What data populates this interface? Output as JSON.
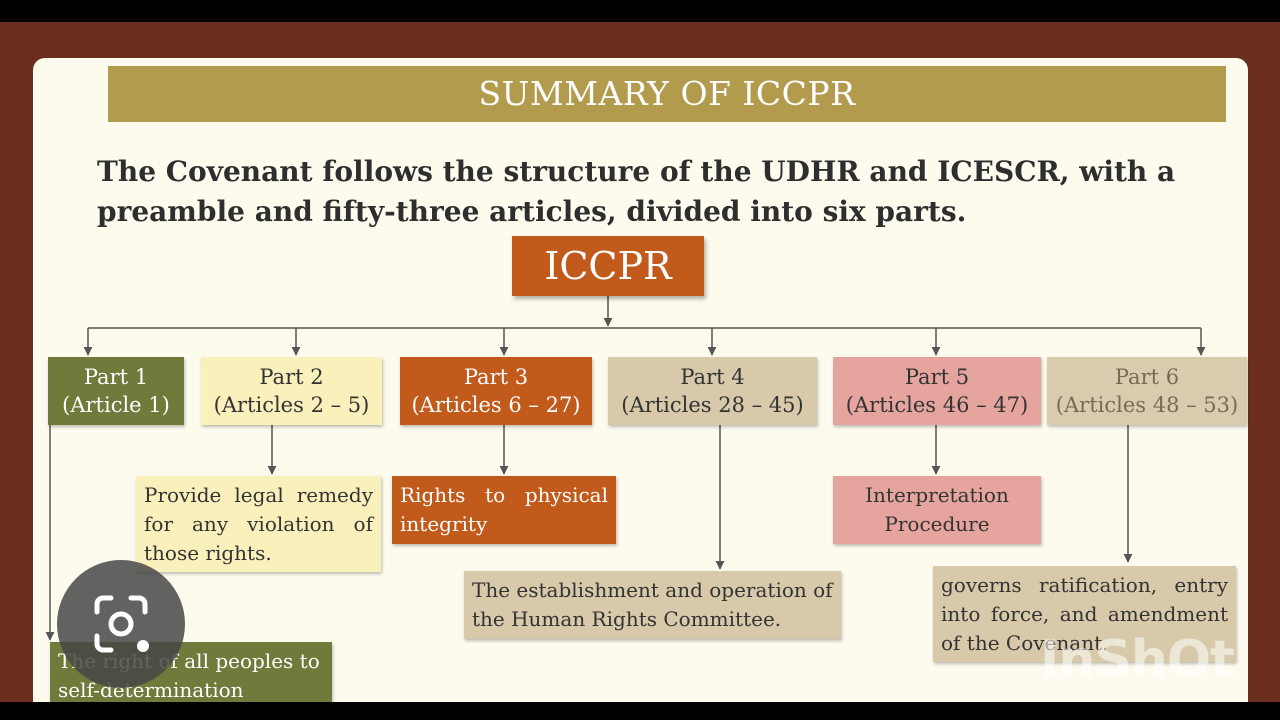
{
  "slide": {
    "title": "SUMMARY OF ICCPR",
    "intro": "The Covenant follows the structure of the UDHR and ICESCR, with a preamble and fifty-three articles, divided into six parts."
  },
  "diagram": {
    "root": "ICCPR",
    "parts": [
      {
        "label": "Part 1",
        "articles": "(Article 1)",
        "description": "The right of all peoples to self-determination",
        "color": "#6f7a3b"
      },
      {
        "label": "Part 2",
        "articles": "(Articles 2 – 5)",
        "description": "Provide legal remedy for any violation of those rights.",
        "color": "#faf0bc"
      },
      {
        "label": "Part 3",
        "articles": "(Articles 6 – 27)",
        "description": "Rights to physical integrity",
        "color": "#c25a1c"
      },
      {
        "label": "Part 4",
        "articles": "(Articles 28 – 45)",
        "description": "The establishment and operation of the Human Rights Committee.",
        "color": "#d7c9a9"
      },
      {
        "label": "Part 5",
        "articles": "(Articles 46 – 47)",
        "description": "Interpretation Procedure",
        "color": "#e5a59e"
      },
      {
        "label": "Part 6",
        "articles": "(Articles 48 – 53)",
        "description": "governs ratification, entry into force, and amendment of the Covenant.",
        "color": "#d9cbad"
      }
    ]
  },
  "overlays": {
    "watermark": "InShOt",
    "badge_icon": "camera-lens-icon"
  }
}
